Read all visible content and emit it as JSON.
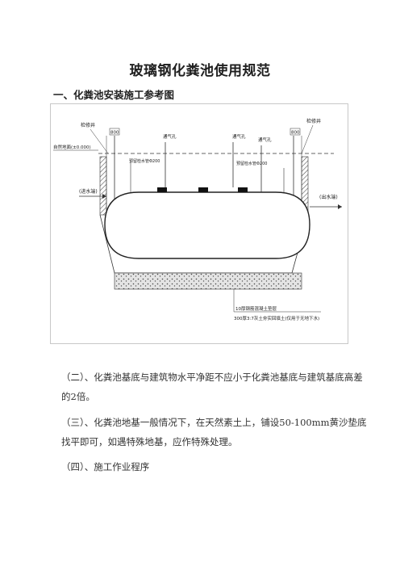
{
  "document": {
    "title": "玻璃钢化粪池使用规范",
    "section_heading": "一、化粪池安装施工参考图",
    "paragraphs": [
      {
        "id": "p2",
        "text": "（二）、化粪池基底与建筑物水平净距不应小于化粪池基底与建筑基底高差的2倍。"
      },
      {
        "id": "p3",
        "text": "（三）、化粪池地基一般情况下，在天然素土上，铺设50-100mm黄沙垫底找平即可，如遇特殊地基，应作特殊处理。"
      },
      {
        "id": "p4",
        "text": "（四）、施工作业程序"
      }
    ]
  },
  "diagram": {
    "labels": {
      "inspection_well_left": "检修井",
      "inspection_well_right": "检修井",
      "dim_left": "800",
      "dim_right": "800",
      "ground_level": "自然地面(±0.000)",
      "vent_1": "通气孔",
      "vent_2": "通气孔",
      "vent_3": "通气孔",
      "pre_pipe_left": "预留检水管Φ200",
      "pre_pipe_right": "预留检水管Φ200",
      "inlet": "(进水端)",
      "outlet": "(出水端)",
      "base_note_1": "10厚钢筋混凝土垫层",
      "base_note_2": "300厚3:7灰土夯实回填土(仅用于无地下水)"
    }
  }
}
